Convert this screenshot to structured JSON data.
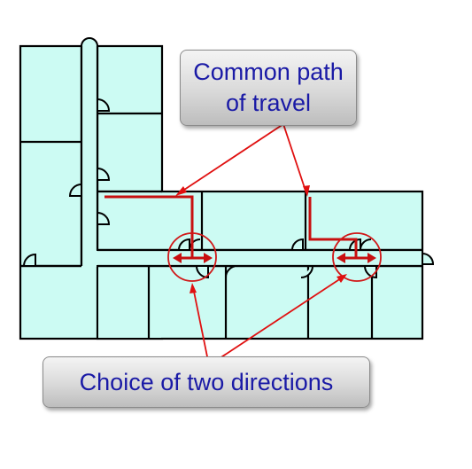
{
  "callouts": {
    "common_path": {
      "line1": "Common path",
      "line2": "of travel"
    },
    "choice": {
      "text": "Choice of two directions"
    }
  },
  "colors": {
    "room_fill": "#ccfbf3",
    "wall": "#000000",
    "path": "#c81010",
    "label_text": "#1a1aa6"
  },
  "icons": [
    "door-swing-icon",
    "double-arrow-icon",
    "decision-circle-icon"
  ]
}
